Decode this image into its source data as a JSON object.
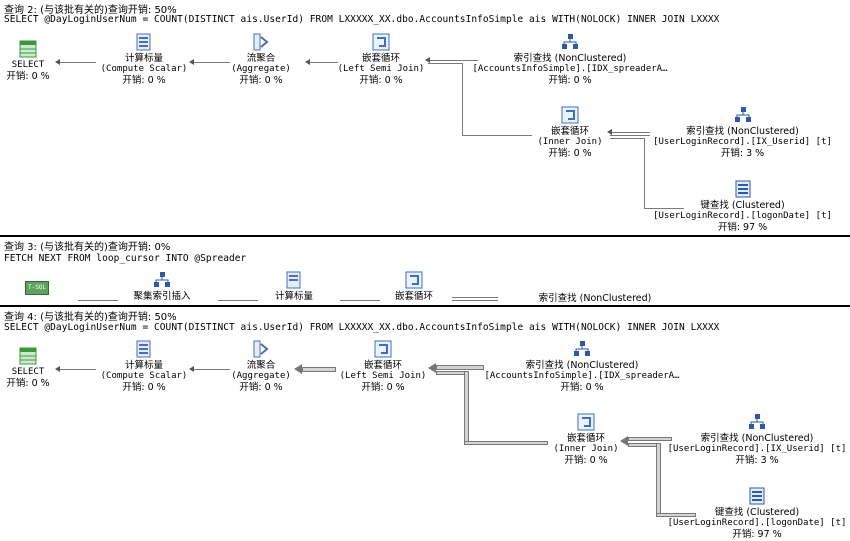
{
  "query2": {
    "header": "查询 2: (与该批有关的)查询开销: 50%",
    "sql": "SELECT @DayLoginUserNum = COUNT(DISTINCT ais.UserId) FROM LXXXXX_XX.dbo.AccountsInfoSimple ais WITH(NOLOCK) INNER JOIN LXXXX",
    "nodes": {
      "select": {
        "name": "SELECT",
        "cost": "开销: 0 %"
      },
      "compute": {
        "name": "计算标量",
        "sub": "(Compute Scalar)",
        "cost": "开销: 0 %"
      },
      "aggregate": {
        "name": "流聚合",
        "sub": "(Aggregate)",
        "cost": "开销: 0 %"
      },
      "semijoin": {
        "name": "嵌套循环",
        "sub": "(Left Semi Join)",
        "cost": "开销: 0 %"
      },
      "idxseek1": {
        "name": "索引查找 (NonClustered)",
        "sub": "[AccountsInfoSimple].[IDX_spreaderA…",
        "cost": "开销: 0 %"
      },
      "innerjoin": {
        "name": "嵌套循环",
        "sub": "(Inner Join)",
        "cost": "开销: 0 %"
      },
      "idxseek2": {
        "name": "索引查找 (NonClustered)",
        "sub": "[UserLoginRecord].[IX_Userid] [t]",
        "cost": "开销: 3 %"
      },
      "keylookup": {
        "name": "键查找 (Clustered)",
        "sub": "[UserLoginRecord].[logonDate] [t]",
        "cost": "开销: 97 %"
      }
    }
  },
  "query3": {
    "header": "查询 3: (与该批有关的)查询开销: 0%",
    "sql": "FETCH NEXT FROM loop_cursor INTO @Spreader",
    "nodes": {
      "tsql": {
        "icon": "T-SQL"
      },
      "clusteredinsert": {
        "name": "聚集索引插入"
      },
      "compute": {
        "name": "计算标量"
      },
      "loop": {
        "name": "嵌套循环"
      },
      "idxseek": {
        "name": "索引查找 (NonClustered)"
      }
    }
  },
  "query4": {
    "header": "查询 4: (与该批有关的)查询开销: 50%",
    "sql": "SELECT @DayLoginUserNum = COUNT(DISTINCT ais.UserId) FROM LXXXXX_XX.dbo.AccountsInfoSimple ais WITH(NOLOCK) INNER JOIN LXXXX",
    "nodes": {
      "select": {
        "name": "SELECT",
        "cost": "开销: 0 %"
      },
      "compute": {
        "name": "计算标量",
        "sub": "(Compute Scalar)",
        "cost": "开销: 0 %"
      },
      "aggregate": {
        "name": "流聚合",
        "sub": "(Aggregate)",
        "cost": "开销: 0 %"
      },
      "semijoin": {
        "name": "嵌套循环",
        "sub": "(Left Semi Join)",
        "cost": "开销: 0 %"
      },
      "idxseek1": {
        "name": "索引查找 (NonClustered)",
        "sub": "[AccountsInfoSimple].[IDX_spreaderA…",
        "cost": "开销: 0 %"
      },
      "innerjoin": {
        "name": "嵌套循环",
        "sub": "(Inner Join)",
        "cost": "开销: 0 %"
      },
      "idxseek2": {
        "name": "索引查找 (NonClustered)",
        "sub": "[UserLoginRecord].[IX_Userid] [t]",
        "cost": "开销: 3 %"
      },
      "keylookup": {
        "name": "键查找 (Clustered)",
        "sub": "[UserLoginRecord].[logonDate] [t]",
        "cost": "开销: 97 %"
      }
    }
  },
  "colors": {
    "select_icon": "#3a9a3a",
    "compute_icon": "#4a6fb5",
    "loop_icon": "#3b6fc4",
    "seek_icon": "#2a5aa8"
  }
}
